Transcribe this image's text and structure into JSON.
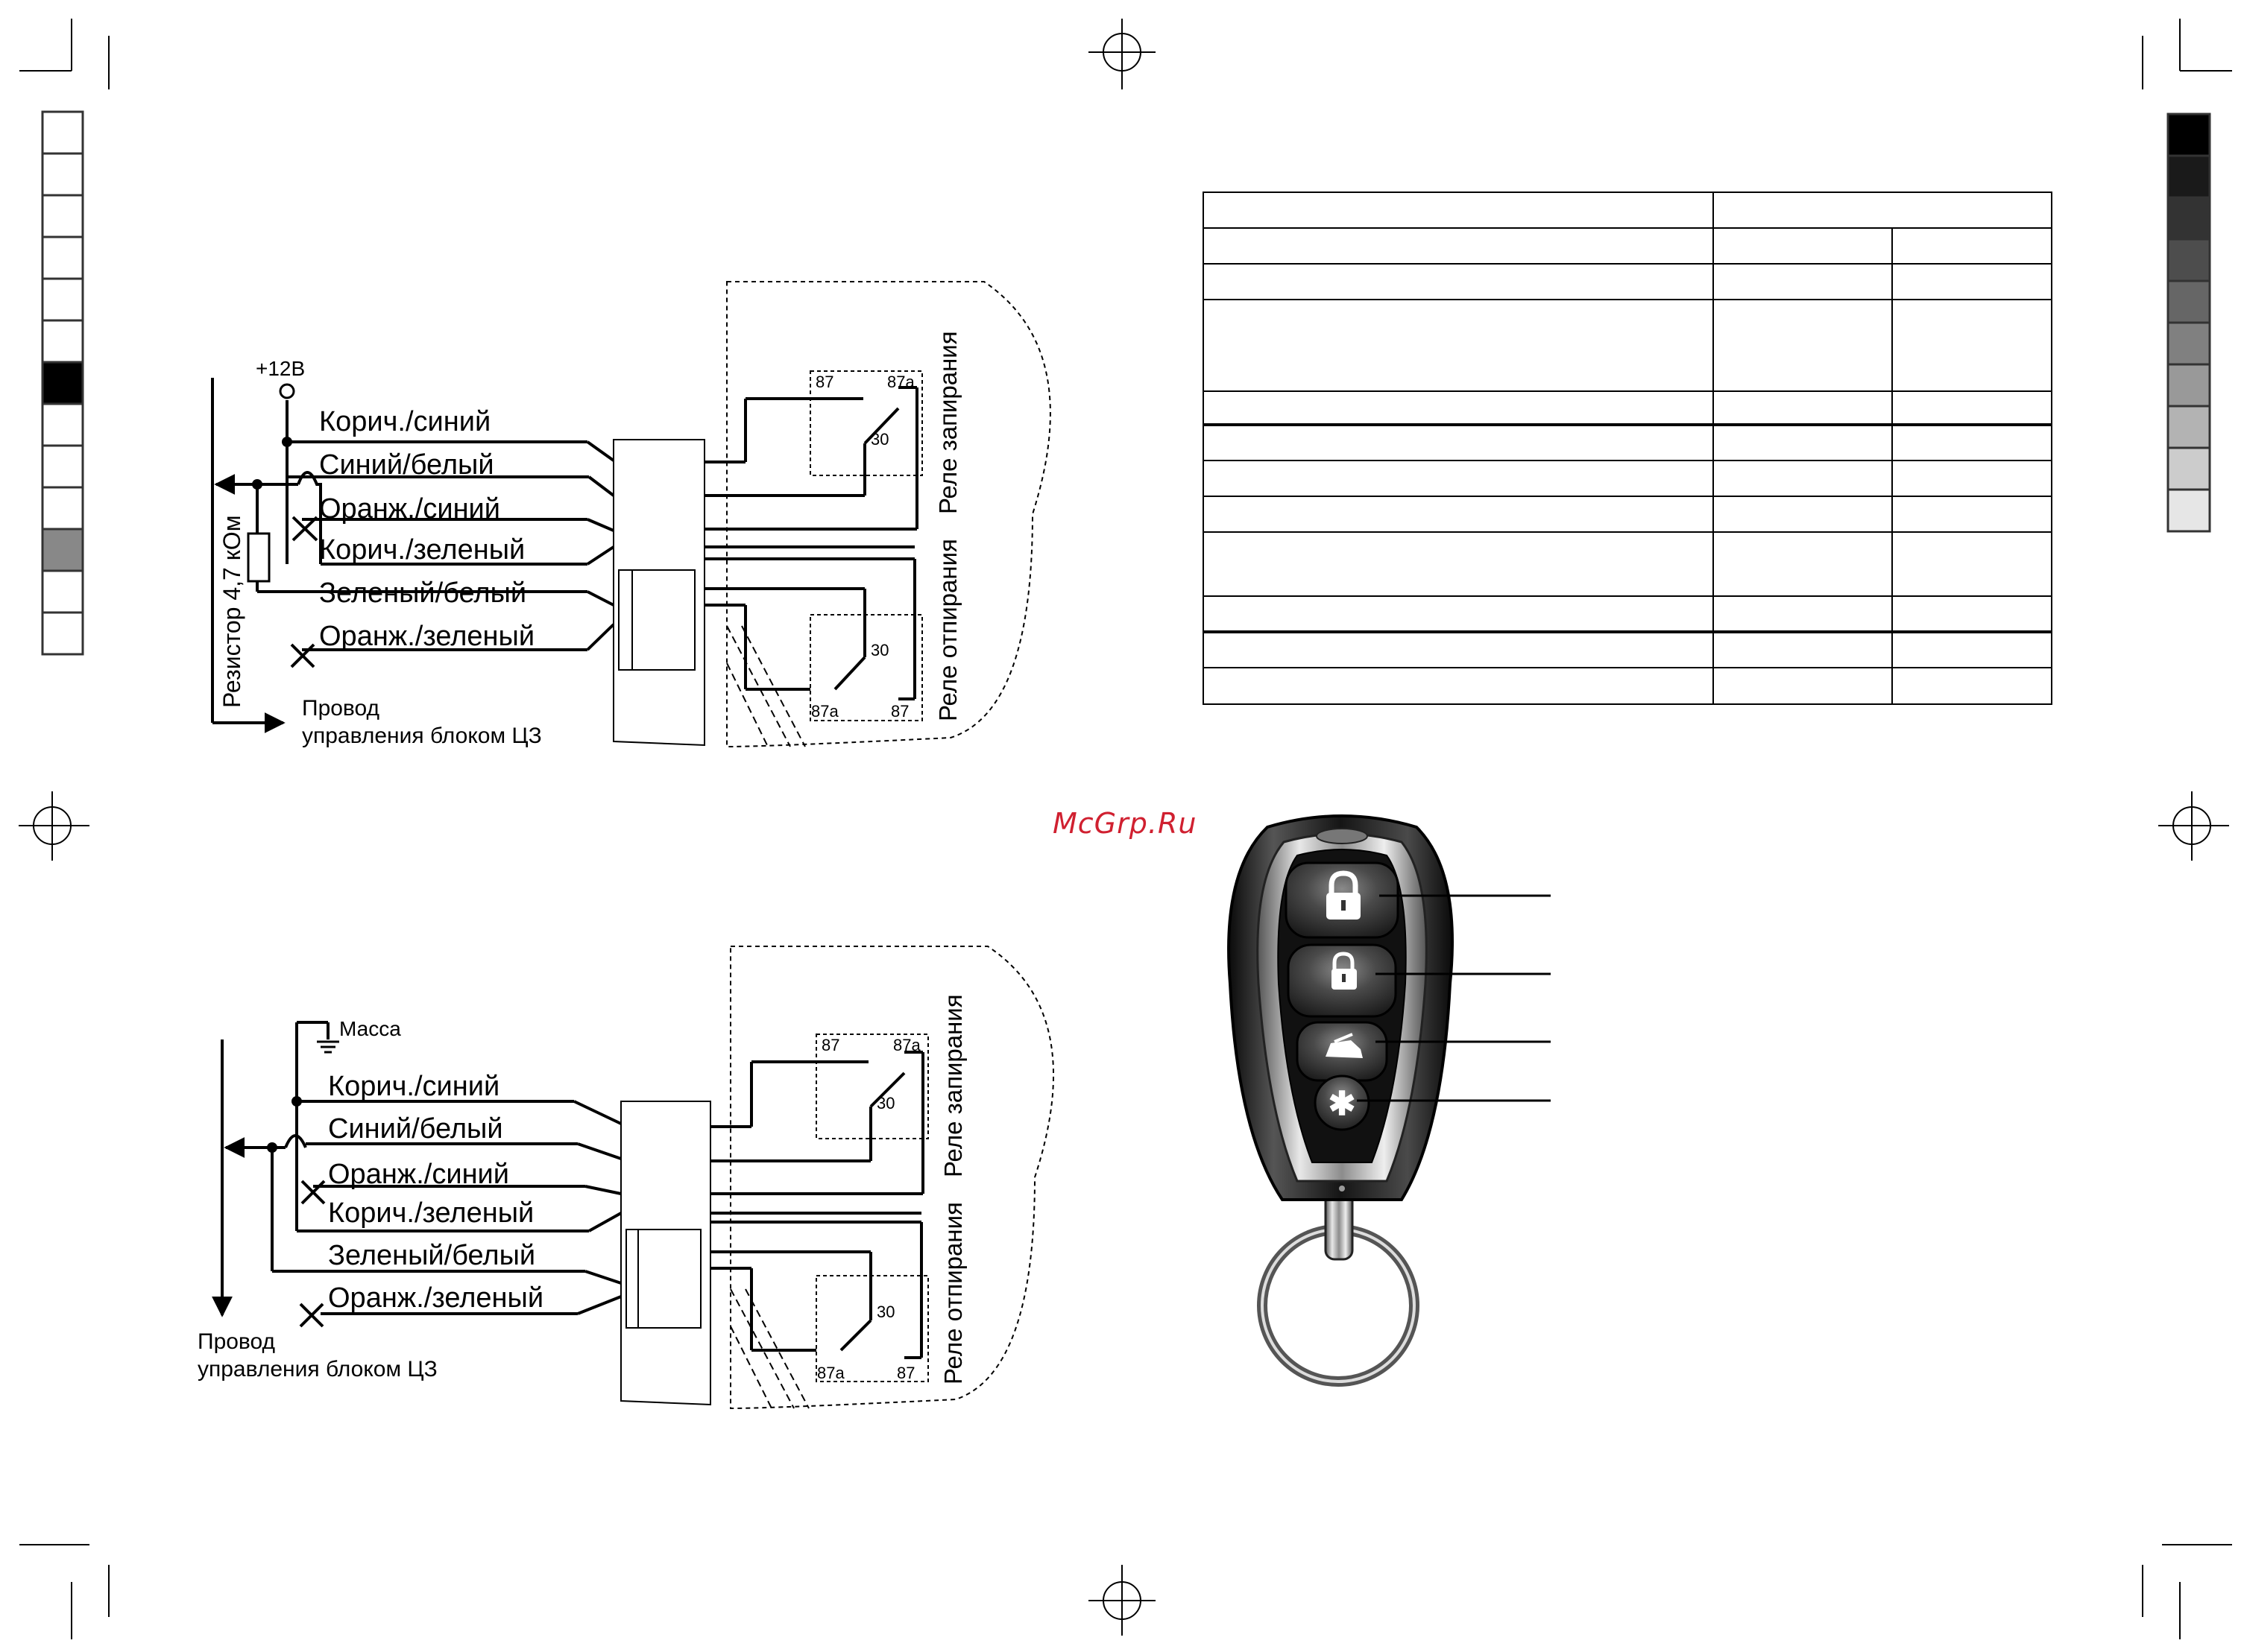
{
  "watermark": "McGrp.Ru",
  "diagram_top": {
    "supply_label": "+12В",
    "resistor_label": "Резистор 4,7 кОм",
    "wires": [
      "Корич./синий",
      "Синий/белый",
      "Оранж./синий",
      "Корич./зеленый",
      "Зеленый/белый",
      "Оранж./зеленый"
    ],
    "output_label_line1": "Провод",
    "output_label_line2": "управления блоком ЦЗ",
    "relay_lock_label": "Реле запирания",
    "relay_unlock_label": "Реле отпирания",
    "relay_pins": {
      "p87": "87",
      "p87a": "87a",
      "p30": "30"
    }
  },
  "diagram_bottom": {
    "ground_label": "Масса",
    "wires": [
      "Корич./синий",
      "Синий/белый",
      "Оранж./синий",
      "Корич./зеленый",
      "Зеленый/белый",
      "Оранж./зеленый"
    ],
    "output_label_line1": "Провод",
    "output_label_line2": "управления блоком ЦЗ",
    "relay_lock_label": "Реле запирания",
    "relay_unlock_label": "Реле отпирания",
    "relay_pins": {
      "p87": "87",
      "p87a": "87a",
      "p30": "30"
    }
  },
  "remote": {
    "buttons": [
      "lock-icon",
      "unlock-icon",
      "trunk-icon",
      "asterisk-icon"
    ],
    "asterisk": "✱"
  },
  "colors": {
    "watermark": "#d02030",
    "remote_body": "#1a1a1a",
    "chrome": "#9a9a9a"
  }
}
